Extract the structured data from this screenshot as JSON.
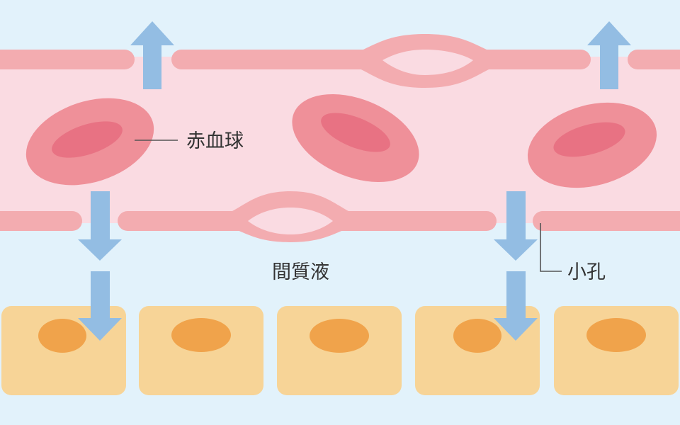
{
  "labels": {
    "red_blood_cell": "赤血球",
    "interstitial_fluid": "間質液",
    "pore": "小孔"
  },
  "colors": {
    "background": "#e2f2fb",
    "vessel_lumen": "#fadbe2",
    "vessel_wall": "#f3acb0",
    "rbc_outer": "#ef9099",
    "rbc_inner": "#e87283",
    "arrow": "#93bde3",
    "tissue_cell": "#f7d497",
    "nucleus": "#f0a34b",
    "leader_line": "#555555"
  },
  "icons": {
    "arrow": "arrow-icon"
  }
}
